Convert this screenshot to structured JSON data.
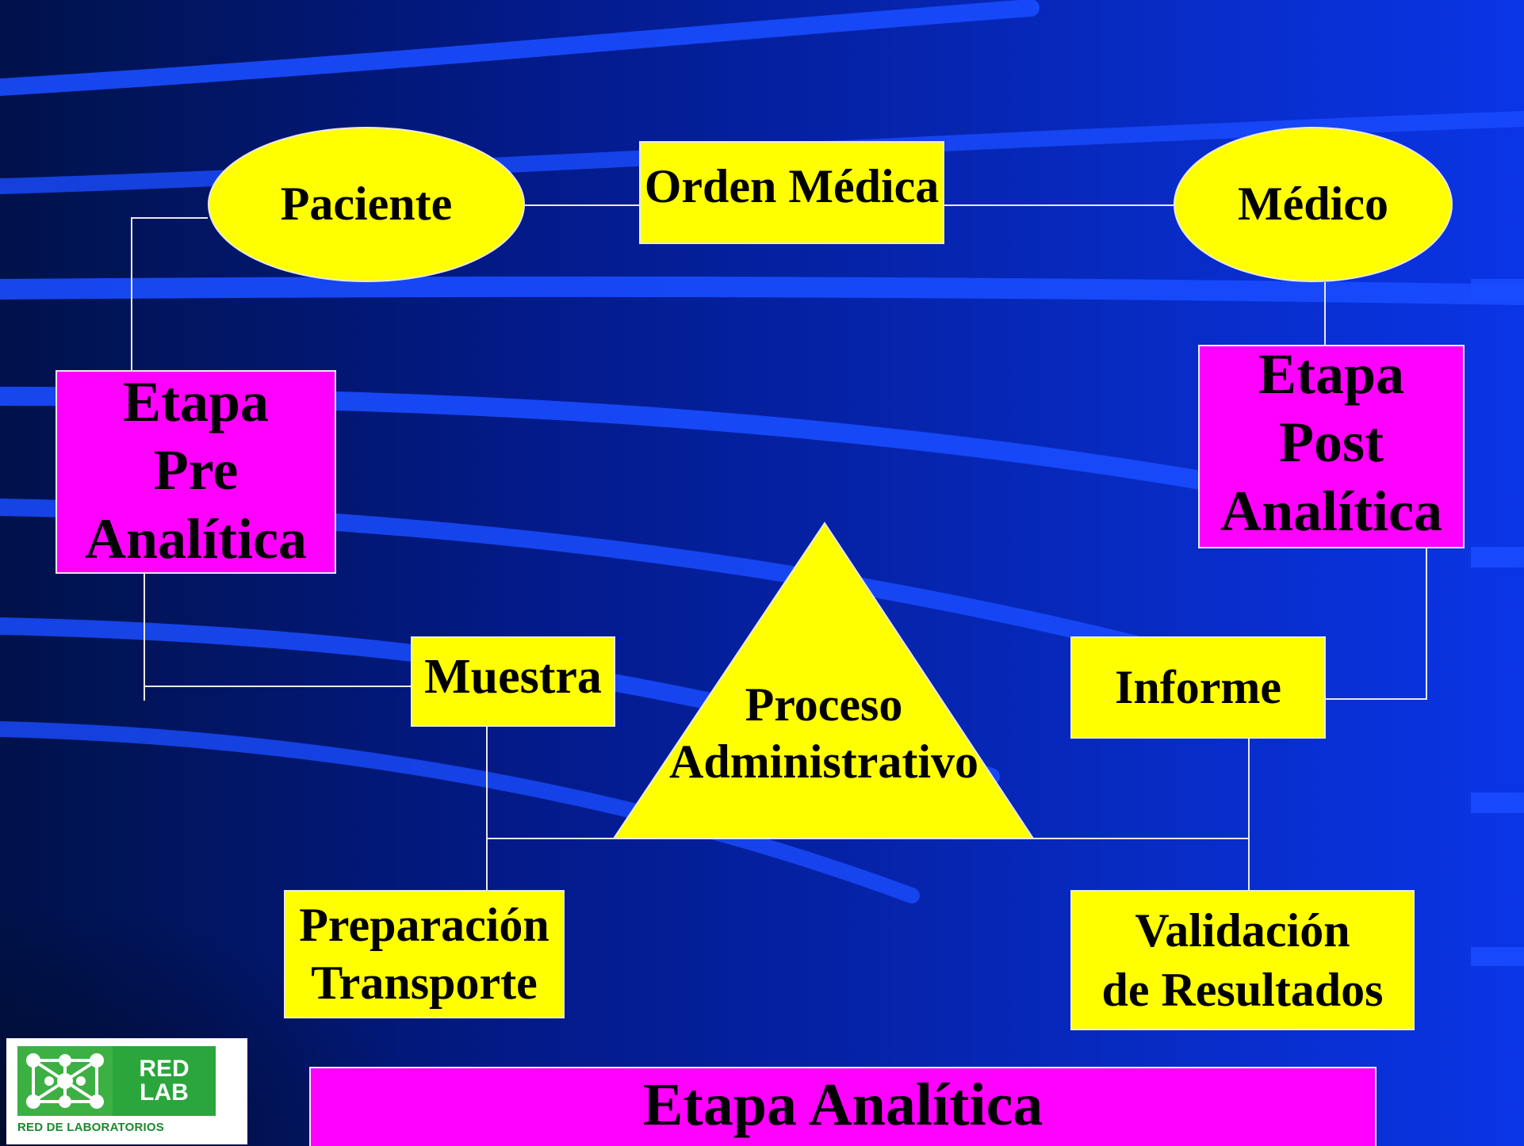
{
  "colors": {
    "background_dark": "#00124a",
    "background_blue": "#0a2fd8",
    "band_blue": "#1a4cff",
    "yellow": "#ffff00",
    "magenta": "#ff00ff",
    "connector": "#e8e8e8",
    "logo_green": "#2aa63c"
  },
  "nodes": {
    "paciente": "Paciente",
    "orden_medica": "Orden Médica",
    "medico": "Médico",
    "etapa_pre": "Etapa\nPre\nAnalítica",
    "etapa_post": "Etapa\nPost\nAnalítica",
    "muestra": "Muestra",
    "proceso": "Proceso\nAdministrativo",
    "informe": "Informe",
    "preparacion": "Preparación\nTransporte",
    "validacion": "Validación\nde Resultados",
    "etapa_analitica": "Etapa Analítica"
  },
  "logo": {
    "word_line1": "RED",
    "word_line2": "LAB",
    "caption": "RED DE LABORATORIOS"
  }
}
